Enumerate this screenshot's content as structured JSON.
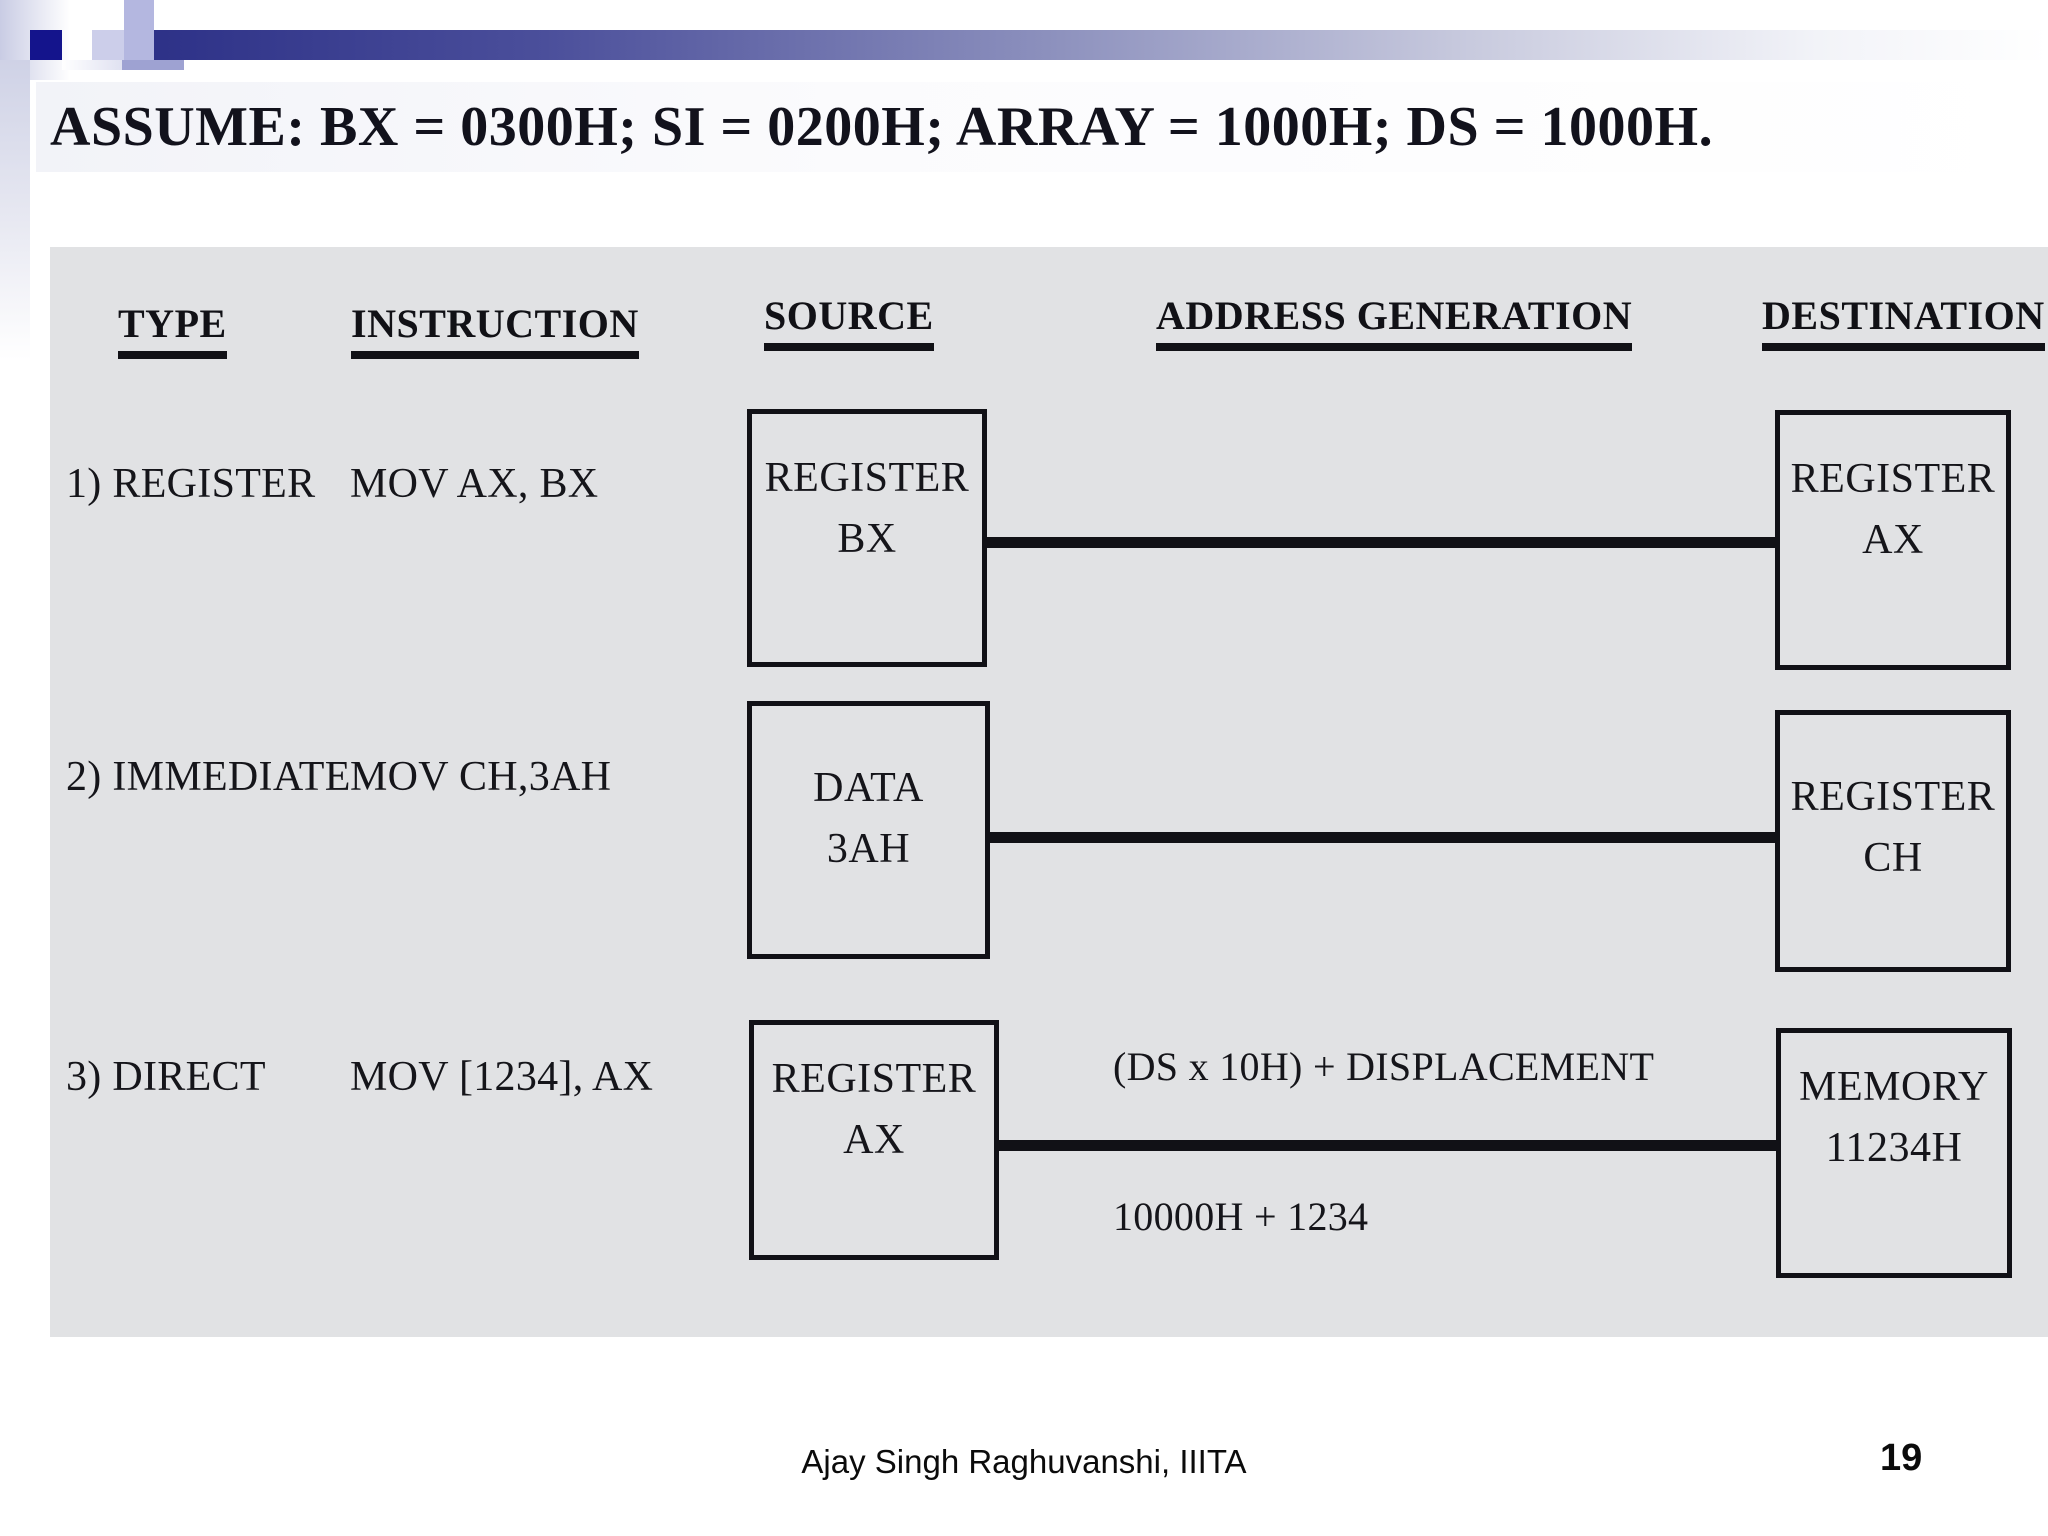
{
  "slide": {
    "assume_line": "ASSUME:  BX = 0300H;   SI = 0200H;  ARRAY = 1000H;  DS = 1000H.",
    "footer_author": "Ajay Singh Raghuvanshi, IIITA",
    "page_number": "19"
  },
  "table": {
    "headers": {
      "type": "TYPE",
      "instruction": "INSTRUCTION",
      "source": "SOURCE",
      "address_generation": "ADDRESS GENERATION",
      "destination": "DESTINATION"
    },
    "rows": [
      {
        "type": "1) REGISTER",
        "instruction": "MOV AX, BX",
        "source_box": {
          "line1": "REGISTER",
          "line2": "BX"
        },
        "address_generation": {
          "line1": "",
          "line2": ""
        },
        "destination_box": {
          "line1": "REGISTER",
          "line2": "AX"
        }
      },
      {
        "type": "2) IMMEDIATE",
        "instruction": "MOV CH,3AH",
        "source_box": {
          "line1": "DATA",
          "line2": "3AH"
        },
        "address_generation": {
          "line1": "",
          "line2": ""
        },
        "destination_box": {
          "line1": "REGISTER",
          "line2": "CH"
        }
      },
      {
        "type": "3) DIRECT",
        "instruction": "MOV [1234], AX",
        "source_box": {
          "line1": "REGISTER",
          "line2": "AX"
        },
        "address_generation": {
          "line1": "(DS x 10H) + DISPLACEMENT",
          "line2": "10000H + 1234"
        },
        "destination_box": {
          "line1": "MEMORY",
          "line2": "11234H"
        }
      }
    ]
  },
  "colors": {
    "panel_bg": "#e1e2e4",
    "ink": "#111116",
    "deco_dark": "#14148c",
    "deco_lavender": "#b4b7e0",
    "page_bg": "#ffffff"
  }
}
